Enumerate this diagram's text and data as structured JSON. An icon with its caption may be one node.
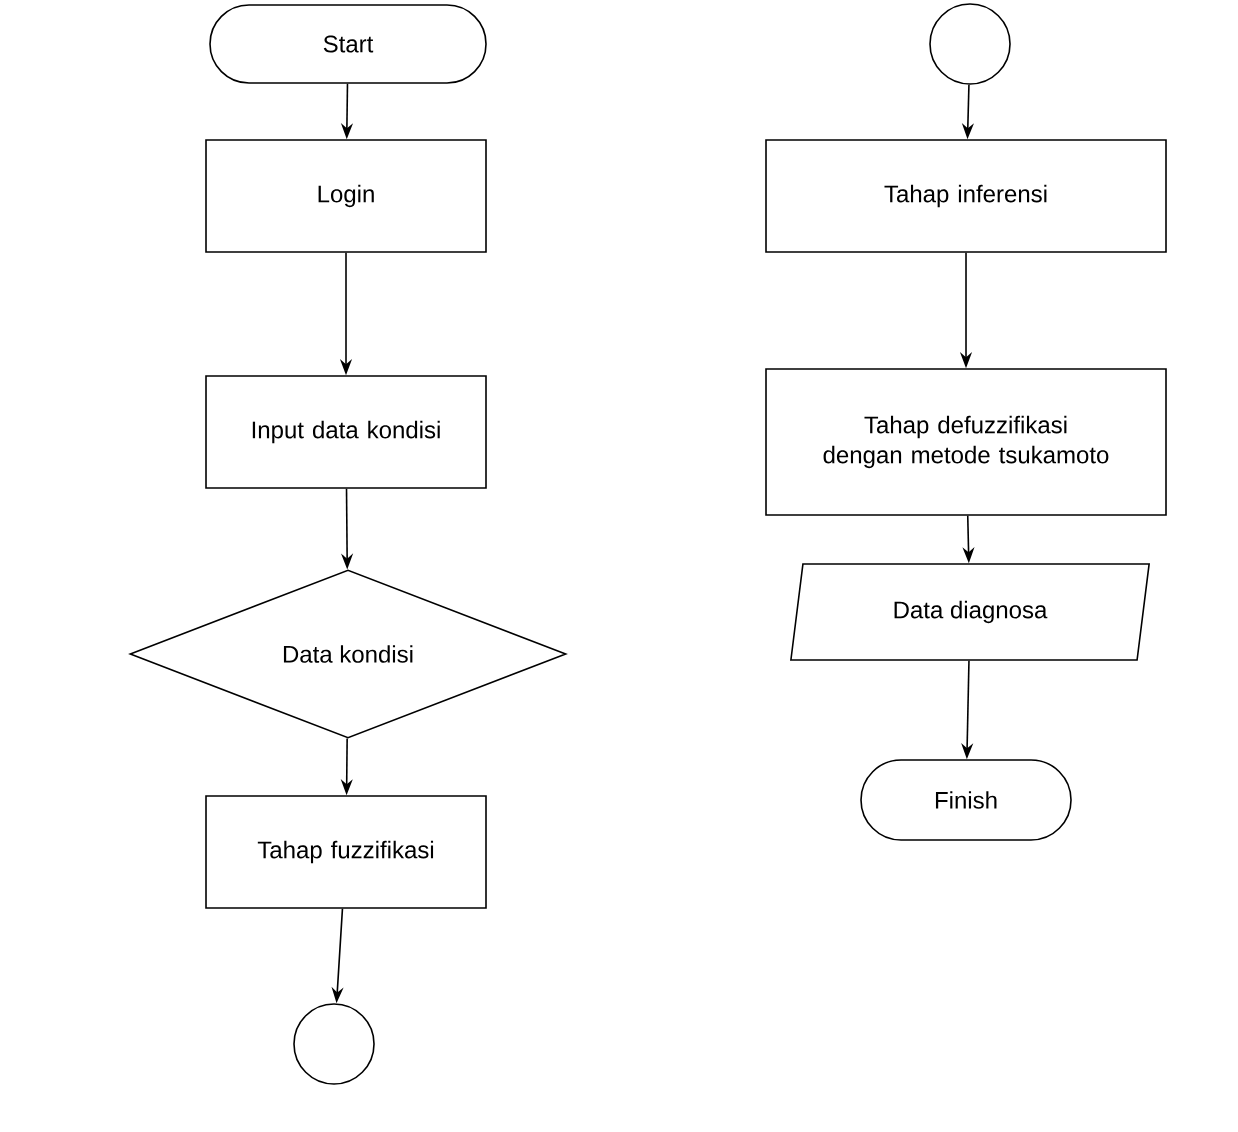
{
  "diagram": {
    "nodes": [
      {
        "text": [
          "Start"
        ]
      },
      {
        "text": [
          "Login"
        ]
      },
      {
        "text": [
          "Input data kondisi"
        ]
      },
      {
        "text": [
          "Data kondisi"
        ]
      },
      {
        "text": [
          "Tahap fuzzifikasi"
        ]
      },
      {
        "text": [],
        "shape": "circle"
      },
      {
        "text": [],
        "shape": "circle"
      },
      {
        "text": [
          "Tahap inferensi"
        ]
      },
      {
        "text": [
          "Tahap defuzzifikasi dengan metode tsukamoto"
        ]
      },
      {
        "text": [
          "Data diagnosa"
        ]
      },
      {
        "text": [
          "Finish"
        ]
      }
    ],
    "edges": [
      {
        "from": 0,
        "to": 1,
        "arrow": "to"
      },
      {
        "from": 1,
        "to": 2,
        "arrow": "to"
      },
      {
        "from": 2,
        "to": 3,
        "arrow": "to"
      },
      {
        "from": 3,
        "to": 4,
        "arrow": "to"
      },
      {
        "from": 4,
        "to": 5,
        "arrow": "to"
      },
      {
        "from": 6,
        "to": 7,
        "arrow": "to"
      },
      {
        "from": 7,
        "to": 8,
        "arrow": "to"
      },
      {
        "from": 8,
        "to": 9,
        "arrow": "to"
      },
      {
        "from": 9,
        "to": 10,
        "arrow": "to"
      }
    ]
  }
}
